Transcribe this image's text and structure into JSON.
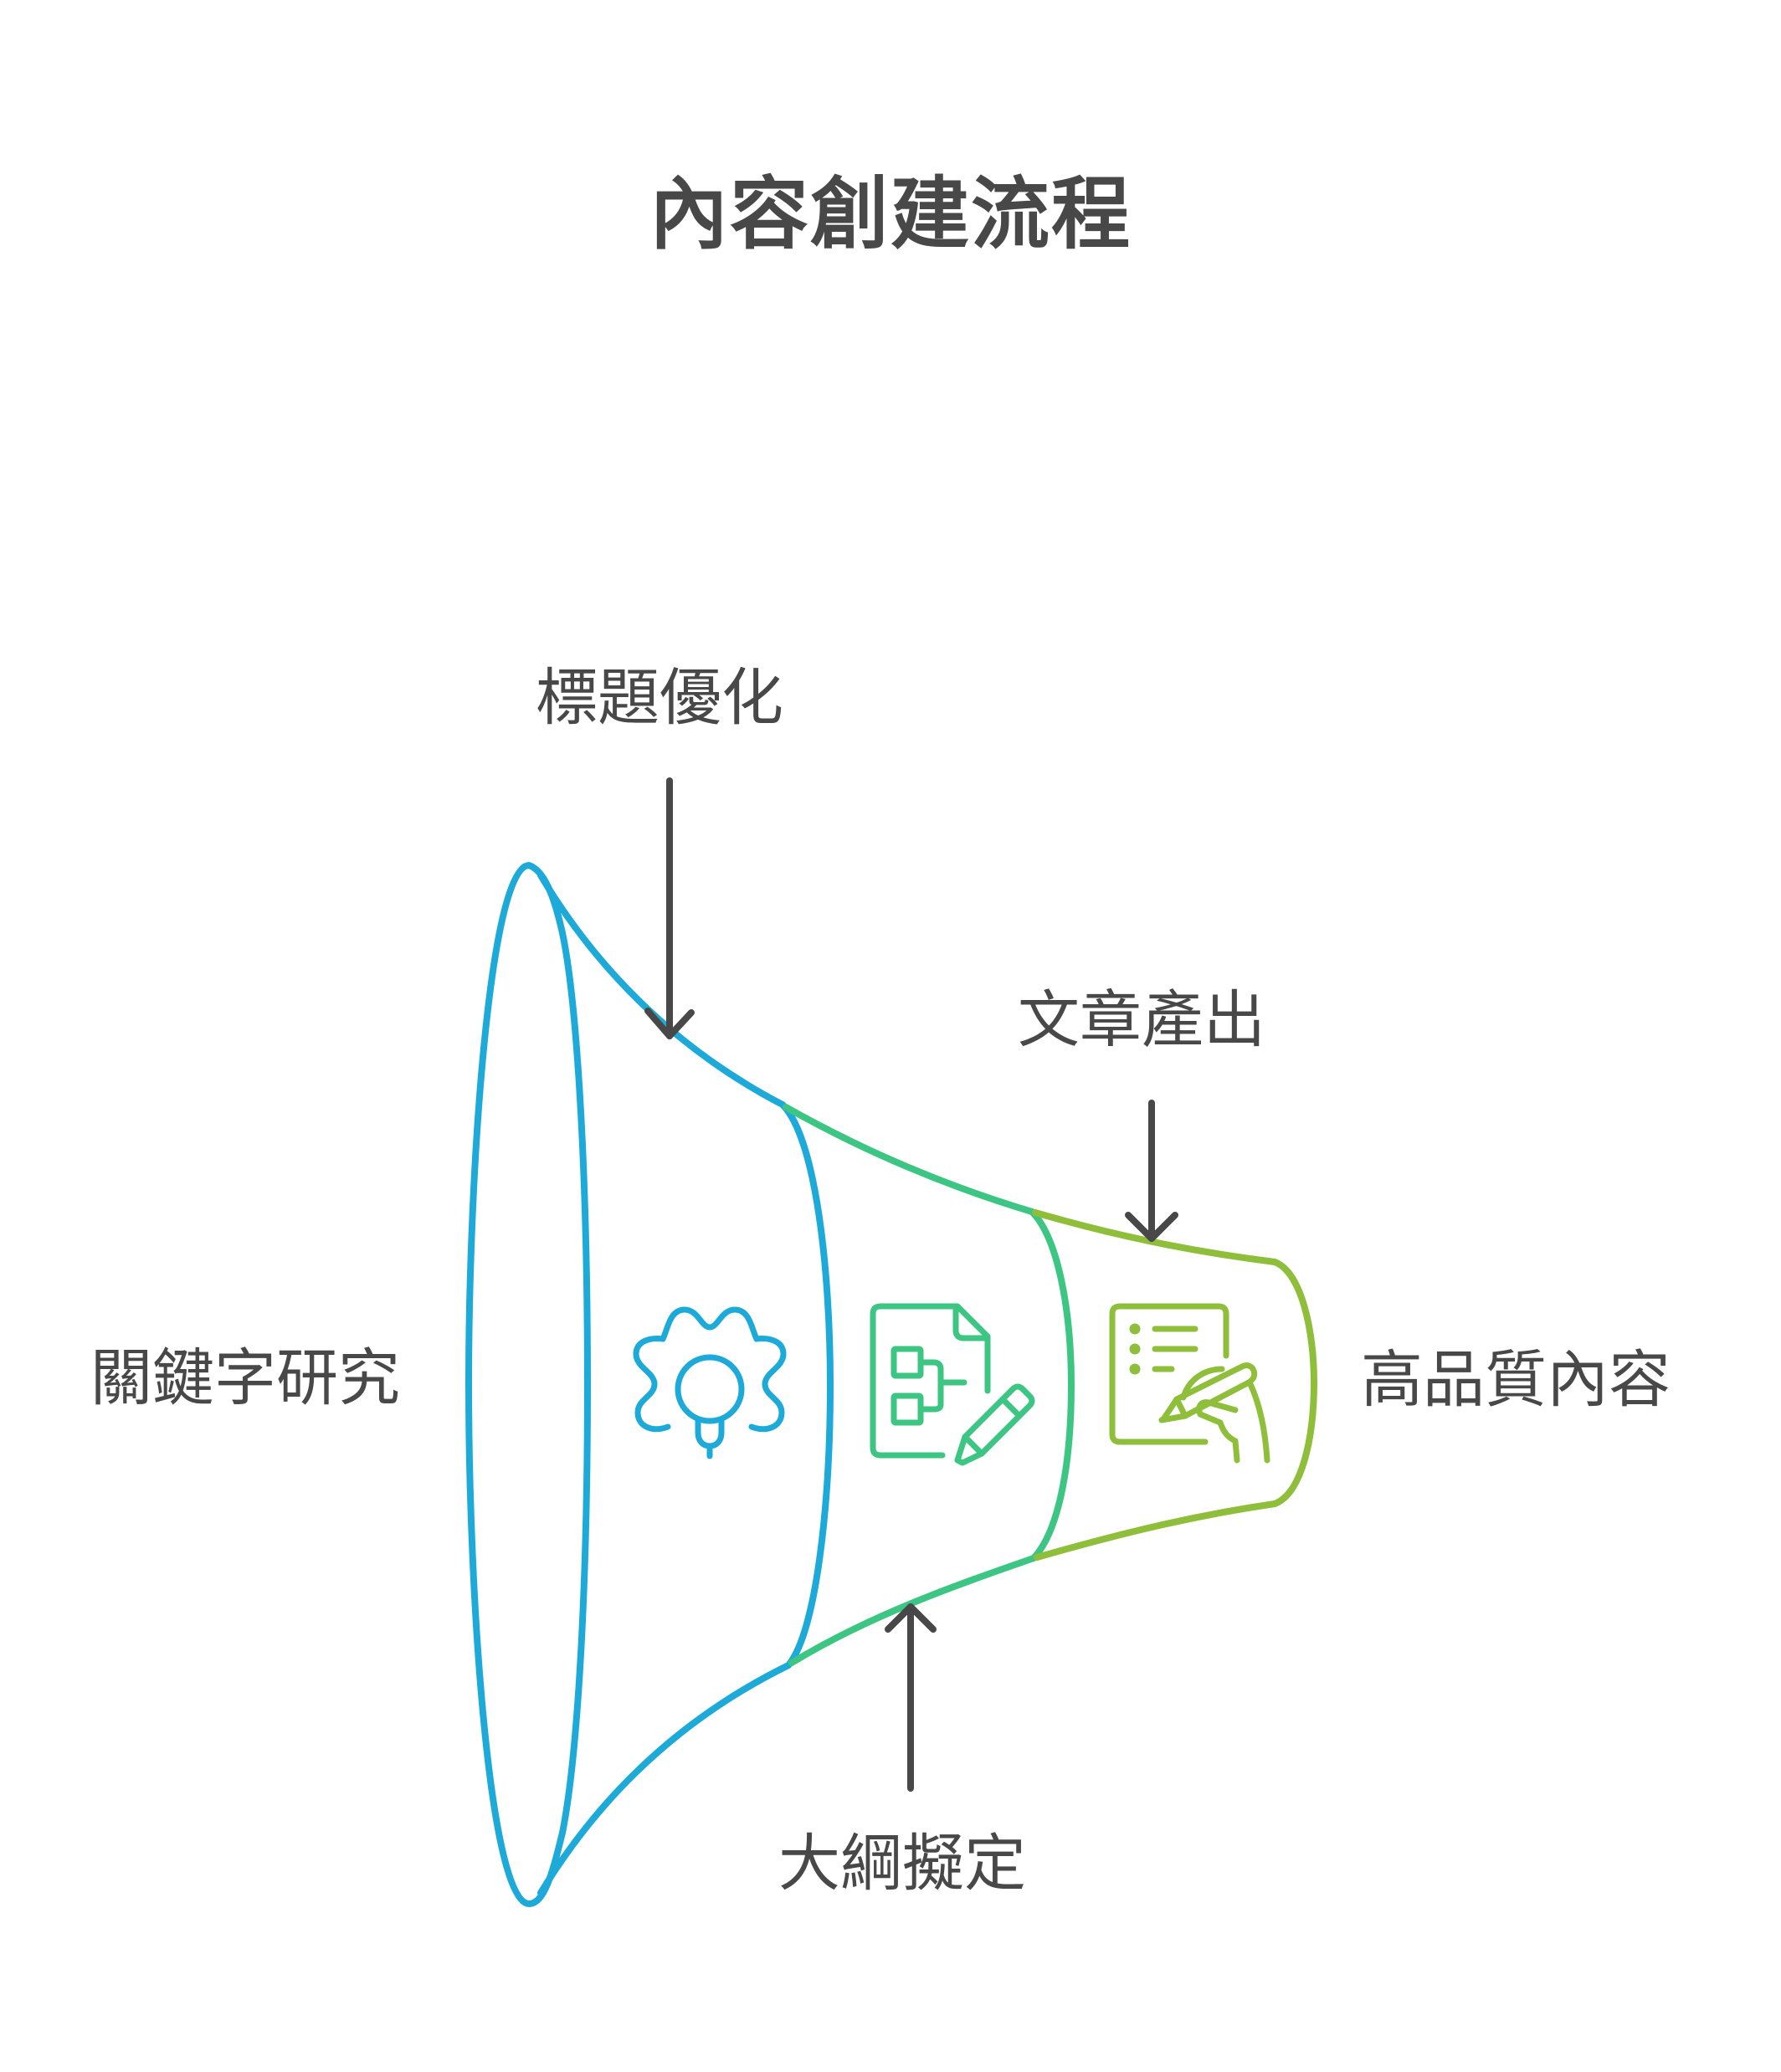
{
  "title": "內容創建流程",
  "labels": {
    "start": "關鍵字研究",
    "stage1": "標題優化",
    "stage2": "大綱擬定",
    "stage3": "文章產出",
    "end": "高品質內容"
  },
  "stages": [
    {
      "name": "標題優化",
      "icon": "gear-lightbulb-icon",
      "color": "#1EAAD9",
      "arrow": "down-from-top"
    },
    {
      "name": "大綱擬定",
      "icon": "document-outline-pencil-icon",
      "color": "#3DC683",
      "arrow": "up-from-bottom"
    },
    {
      "name": "文章產出",
      "icon": "writing-hand-document-icon",
      "color": "#8EBE3A",
      "arrow": "down-from-top"
    }
  ],
  "colors": {
    "text": "#484848",
    "arrow": "#484848",
    "blue": "#1EAAD9",
    "green": "#3DC683",
    "lime": "#8EBE3A"
  }
}
